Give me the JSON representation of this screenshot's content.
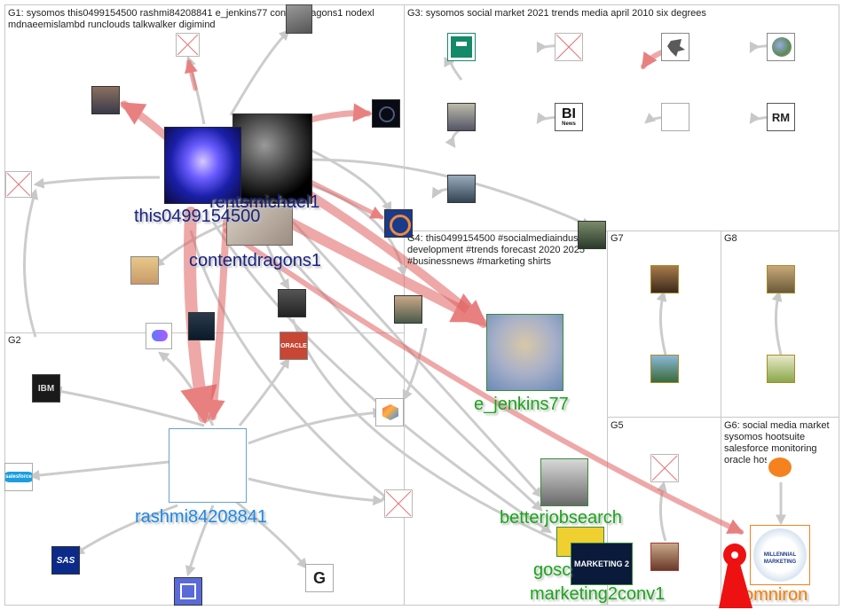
{
  "groups": [
    {
      "id": "G1",
      "label": "G1: sysomos this0499154500 rashmi84208841 e_jenkins77 contentdragons1 nodexl mdnaeemislambd runclouds talkwalker digimind"
    },
    {
      "id": "G2",
      "label": "G2"
    },
    {
      "id": "G3",
      "label": "G3: sysomos social market 2021 trends media april 2010 six degrees"
    },
    {
      "id": "G4",
      "label": "G4: this0499154500 #socialmediaindustry development #trends forecast 2020 2025 #businessnews #marketing shirts"
    },
    {
      "id": "G5",
      "label": "G5"
    },
    {
      "id": "G6",
      "label": "G6: social media market sysomos hootsuite salesforce monitoring oracle host tools"
    },
    {
      "id": "G7",
      "label": "G7"
    },
    {
      "id": "G8",
      "label": "G8"
    }
  ],
  "node_labels": {
    "this0499154500": "this0499154500",
    "rentsmichael1": "rentsmichael1",
    "contentdragons1": "contentdragons1",
    "rashmi84208841": "rashmi84208841",
    "e_jenkins77": "e_jenkins77",
    "betterjobsearch": "betterjobsearch",
    "gosc": "gosc",
    "marketing2conv1": "marketing2conv1",
    "omniron": "omniron"
  },
  "logos": {
    "ibm": "IBM",
    "oracle": "ORACLE",
    "sas": "SAS",
    "salesforce": "salesforce",
    "bi": "BI",
    "bi_sub": "News",
    "rm": "RM",
    "millennial_top": "MILLENNIAL",
    "millennial_bottom": "MARKETING",
    "marketing2": "MARKETING 2"
  },
  "colors": {
    "edge_gray": "#c8c8c8",
    "edge_red": "#e06060",
    "label_navy": "#1a237e",
    "label_blue": "#1e88e5",
    "label_green": "#1aa51a",
    "label_orange": "#f57c00"
  }
}
